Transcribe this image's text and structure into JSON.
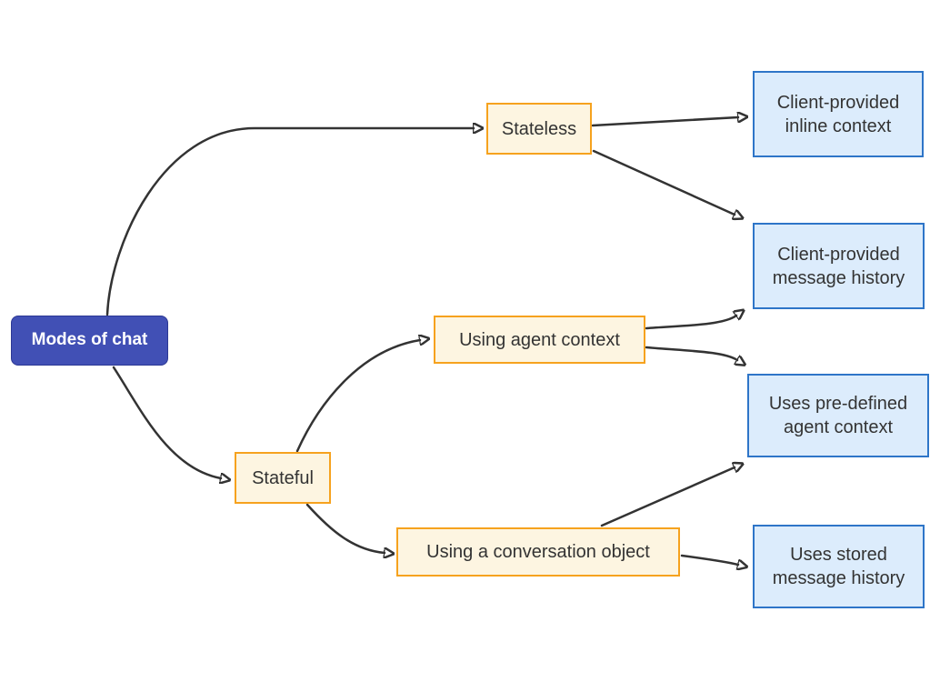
{
  "diagram": {
    "background_color": "#ffffff",
    "colors": {
      "root_fill": "#4150b5",
      "root_border": "#2c3894",
      "root_text": "#ffffff",
      "branch_fill": "#fdf5e1",
      "branch_border": "#f6a21e",
      "leaf_fill": "#dcecfc",
      "leaf_border": "#2e75c8",
      "node_text": "#333333",
      "edge_stroke": "#333333"
    },
    "nodes": {
      "modes_of_chat": {
        "label": "Modes of chat",
        "type": "root"
      },
      "stateless": {
        "label": "Stateless",
        "type": "branch"
      },
      "stateful": {
        "label": "Stateful",
        "type": "branch"
      },
      "using_agent_context": {
        "label": "Using agent context",
        "type": "branch"
      },
      "using_conversation_object": {
        "label": "Using a conversation object",
        "type": "branch"
      },
      "client_inline_context": {
        "label": "Client-provided inline context",
        "type": "leaf"
      },
      "client_message_history": {
        "label": "Client-provided message history",
        "type": "leaf"
      },
      "predefined_agent_context": {
        "label": "Uses pre-defined agent context",
        "type": "leaf"
      },
      "stored_message_history": {
        "label": "Uses stored message history",
        "type": "leaf"
      }
    },
    "edges": [
      {
        "from": "modes_of_chat",
        "to": "stateless"
      },
      {
        "from": "modes_of_chat",
        "to": "stateful"
      },
      {
        "from": "stateless",
        "to": "client_inline_context"
      },
      {
        "from": "stateless",
        "to": "client_message_history"
      },
      {
        "from": "stateful",
        "to": "using_agent_context"
      },
      {
        "from": "stateful",
        "to": "using_conversation_object"
      },
      {
        "from": "using_agent_context",
        "to": "client_message_history"
      },
      {
        "from": "using_agent_context",
        "to": "predefined_agent_context"
      },
      {
        "from": "using_conversation_object",
        "to": "predefined_agent_context"
      },
      {
        "from": "using_conversation_object",
        "to": "stored_message_history"
      }
    ]
  }
}
